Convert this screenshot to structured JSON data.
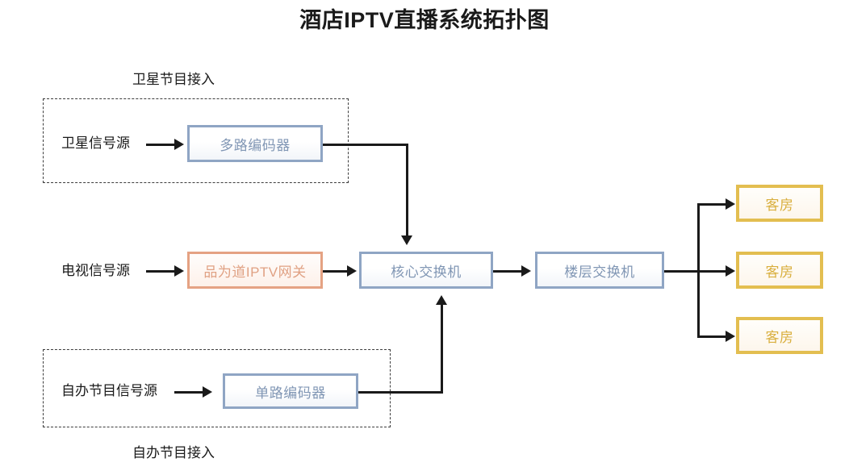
{
  "title": "酒店IPTV直播系统拓扑图",
  "groups": [
    {
      "caption": "卫星节目接入",
      "caption_position": "top"
    },
    {
      "caption": "自办节目接入",
      "caption_position": "bottom"
    }
  ],
  "sources": [
    {
      "label": "卫星信号源"
    },
    {
      "label": "电视信号源"
    },
    {
      "label": "自办节目信号源"
    }
  ],
  "nodes": {
    "multi_encoder": {
      "label": "多路编码器",
      "style": "blue"
    },
    "iptv_gateway": {
      "label": "品为道IPTV网关",
      "style": "orange"
    },
    "single_encoder": {
      "label": "单路编码器",
      "style": "blue"
    },
    "core_switch": {
      "label": "核心交换机",
      "style": "blue"
    },
    "floor_switch": {
      "label": "楼层交换机",
      "style": "blue"
    }
  },
  "rooms": [
    {
      "label": "客房"
    },
    {
      "label": "客房"
    },
    {
      "label": "客房"
    }
  ],
  "colors": {
    "blue_border": "#8FA5C4",
    "blue_text": "#8096B4",
    "orange_border": "#E5A283",
    "orange_text": "#E0A183",
    "gold_border": "#E3BE50",
    "gold_text": "#D9AF3E",
    "connector": "#1a1a1a",
    "group_border": "#3c3c3c",
    "title_text": "#1a1a1a",
    "background": "#ffffff"
  }
}
